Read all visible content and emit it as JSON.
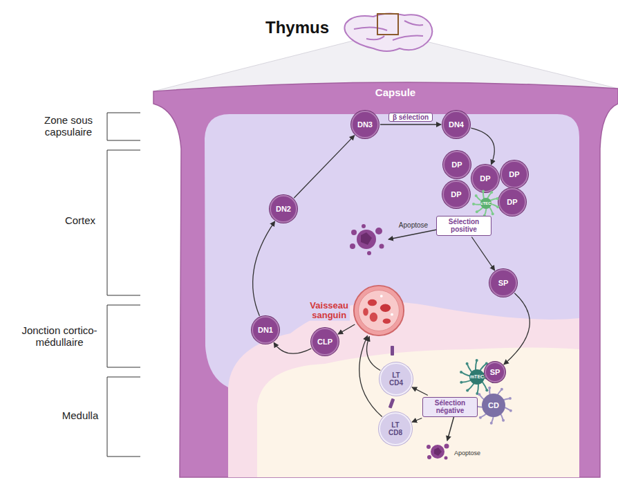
{
  "diagram": {
    "title": "Thymus",
    "nodes": [
      {
        "text": [
          "DN3"
        ]
      },
      {
        "text": [
          "DN4"
        ]
      },
      {
        "text": [
          "DP"
        ]
      },
      {
        "text": [
          "DP"
        ]
      },
      {
        "text": [
          "DP"
        ]
      },
      {
        "text": [
          "DP"
        ]
      },
      {
        "text": [
          "DP"
        ]
      },
      {
        "text": [
          "cTEC"
        ]
      },
      {
        "text": [
          "Sélection positive"
        ]
      },
      {
        "text": [
          "SP"
        ]
      },
      {
        "text": [
          "DN2"
        ]
      },
      {
        "text": [
          "DN1"
        ]
      },
      {
        "text": [
          "CLP"
        ]
      },
      {
        "text": [
          "Vaisseau sanguin"
        ]
      },
      {
        "text": [
          "mTEC"
        ]
      },
      {
        "text": [
          "SP"
        ]
      },
      {
        "text": [
          "CD"
        ]
      },
      {
        "text": [
          "Sélection négative"
        ]
      },
      {
        "text": [
          "LT CD4"
        ]
      },
      {
        "text": [
          "LT CD8"
        ]
      }
    ],
    "edges": [
      {
        "from": 0,
        "to": 1,
        "arrow": "to",
        "label": "β sélection"
      },
      {
        "from": 1,
        "to": 3,
        "arrow": "to"
      },
      {
        "from": 8,
        "to": 9,
        "arrow": "to"
      },
      {
        "from": 9,
        "to": 15,
        "arrow": "to"
      },
      {
        "from": 17,
        "to": 18,
        "arrow": "to"
      },
      {
        "from": 17,
        "to": 19,
        "arrow": "to"
      },
      {
        "from": 18,
        "to": 13,
        "arrow": "to"
      },
      {
        "from": 19,
        "to": 13,
        "arrow": "to"
      },
      {
        "from": 13,
        "to": 12,
        "arrow": "to"
      },
      {
        "from": 12,
        "to": 11,
        "arrow": "to"
      },
      {
        "from": 11,
        "to": 10,
        "arrow": "to"
      },
      {
        "from": 10,
        "to": 0,
        "arrow": "to"
      }
    ],
    "labels": [
      "Capsule",
      "Zone sous capsulaire",
      "Cortex",
      "Jonction cortico-médullaire",
      "Medulla",
      "Apoptose",
      "Apoptose"
    ]
  }
}
